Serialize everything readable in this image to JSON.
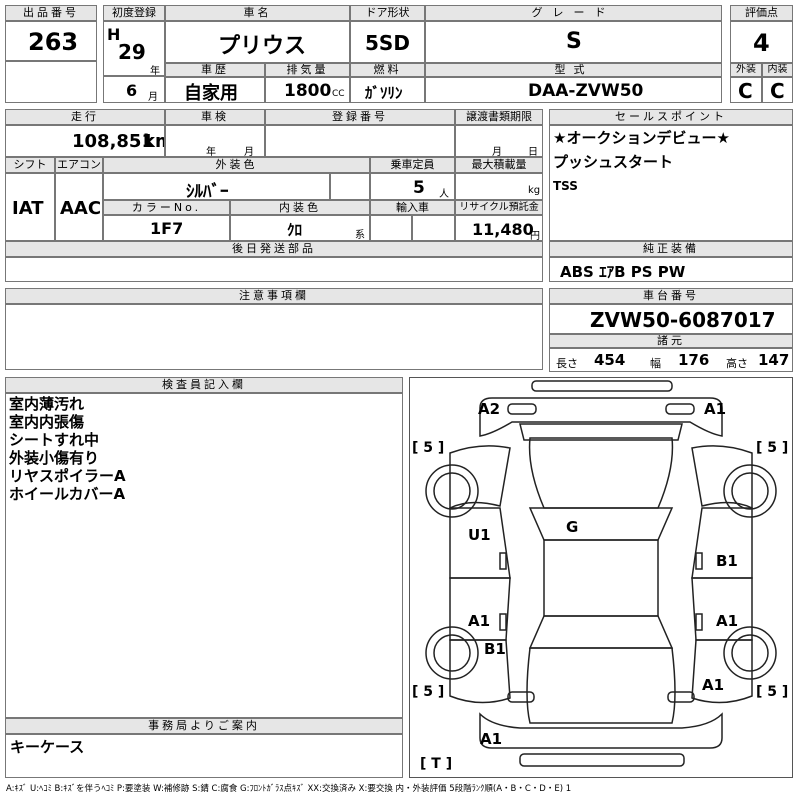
{
  "lot": {
    "label": "出品番号",
    "value": "263"
  },
  "first_reg": {
    "label": "初度登録",
    "era": "H",
    "year": "29",
    "year_unit": "年",
    "month": "6",
    "month_unit": "月"
  },
  "car_name": {
    "label": "車名",
    "value": "プリウス"
  },
  "door": {
    "label": "ドア形状",
    "value": "5SD"
  },
  "grade": {
    "label": "グレード",
    "value": "S"
  },
  "score": {
    "label": "評価点",
    "value": "4",
    "ext_label": "外装",
    "int_label": "内装",
    "ext_value": "C",
    "int_value": "C"
  },
  "history": {
    "label": "車歴",
    "value": "自家用"
  },
  "displacement": {
    "label": "排気量",
    "value": "1800",
    "unit": "CC"
  },
  "fuel": {
    "label": "燃料",
    "value": "ｶﾞｿﾘﾝ"
  },
  "model_type": {
    "label": "型式",
    "value": "DAA-ZVW50"
  },
  "mileage": {
    "label": "走行",
    "value": "108,851",
    "unit": "km"
  },
  "inspection": {
    "label": "車検",
    "year_unit": "年",
    "month_unit": "月"
  },
  "registration": {
    "label": "登録番号"
  },
  "transfer": {
    "label": "譲渡書類期限",
    "month_unit": "月",
    "day_unit": "日"
  },
  "shift": {
    "label": "シフト",
    "value": "IAT"
  },
  "aircon": {
    "label": "エアコン",
    "value": "AAC"
  },
  "exterior_color": {
    "label": "外装色",
    "value": "ｼﾙﾊﾞｰ"
  },
  "capacity": {
    "label": "乗車定員",
    "value": "5",
    "unit": "人"
  },
  "max_load": {
    "label": "最大積載量",
    "unit": "kg"
  },
  "color_no": {
    "label": "カラーNo.",
    "value": "1F7"
  },
  "interior_color": {
    "label": "内装色",
    "value": "ｸﾛ",
    "suffix": "系"
  },
  "import": {
    "label": "輸入車"
  },
  "recycle": {
    "label": "リサイクル預託金",
    "value": "11,480",
    "unit": "円"
  },
  "sales_points": {
    "label": "セールスポイント",
    "lines": [
      "★オークションデビュー★",
      "プッシュスタート",
      "TSS"
    ]
  },
  "later_parts": {
    "label": "後日発送部品"
  },
  "genuine": {
    "label": "純正装備",
    "value": "ABS ｴｱB PS PW"
  },
  "caution": {
    "label": "注意事項欄"
  },
  "chassis": {
    "label": "車台番号",
    "value": "ZVW50-6087017"
  },
  "dims": {
    "label": "諸元",
    "length_label": "長さ",
    "length": "454",
    "width_label": "幅",
    "width": "176",
    "height_label": "高さ",
    "height": "147"
  },
  "inspector": {
    "label": "検査員記入欄",
    "lines": [
      "室内薄汚れ",
      "室内内張傷",
      "シートすれ中",
      "外装小傷有り",
      "リヤスポイラーA",
      "ホイールカバーA"
    ]
  },
  "office": {
    "label": "事務局よりご案内",
    "value": "キーケース"
  },
  "diagram": {
    "marks": {
      "a2_tl": "A2",
      "a1_tr": "A1",
      "g_center": "G",
      "u1_left": "U1",
      "b1_right": "B1",
      "a1_left": "A1",
      "a1_right": "A1",
      "b1_left": "B1",
      "a1_rear_right": "A1",
      "a1_bottom": "A1"
    },
    "tire_labels": {
      "fl": "[ 5 ]",
      "fr": "[ 5 ]",
      "rl": "[ 5 ]",
      "rr": "[ 5 ]",
      "spare": "[ T ]"
    }
  },
  "legend": "A:ｷｽﾞ U:ﾍｺﾐ B:ｷｽﾞを伴うﾍｺﾐ P:要塗装 W:補修跡 S:錆 C:腐食 G:ﾌﾛﾝﾄｶﾞﾗｽ点ｷｽﾞ XX:交換済み X:要交換 内・外装評価 5段階ﾗﾝｸ順(A・B・C・D・E) 1"
}
